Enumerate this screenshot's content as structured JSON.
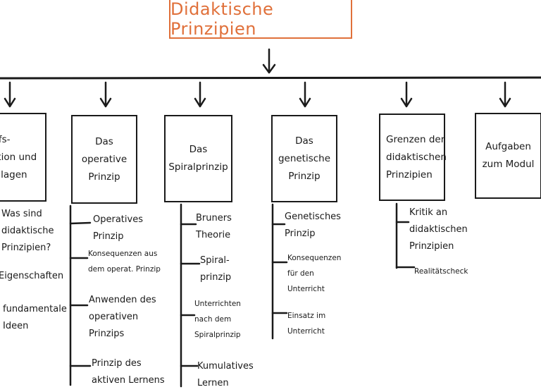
{
  "title": "Didaktische Prinzipien",
  "nodes": [
    {
      "label": "riffs-\nnition und\nndlagen"
    },
    {
      "label": "Das\noperative\nPrinzip"
    },
    {
      "label": "Das\nSpiralprinzip"
    },
    {
      "label": "Das\ngenetische\nPrinzip"
    },
    {
      "label": "Grenzen der\ndidaktischen\nPrinzipien"
    },
    {
      "label": "Aufgaben\nzum Modul"
    }
  ],
  "branches": [
    [
      "Was sind\ndidaktische\nPrinzipien?",
      "Eigenschaften",
      "fundamentale\nIdeen"
    ],
    [
      "Operatives\nPrinzip",
      "Konsequenzen aus\ndem operat. Prinzip",
      "Anwenden des\noperativen\nPrinzips",
      "Prinzip des\naktiven Lernens"
    ],
    [
      "Bruners\nTheorie",
      "Spiral-\nprinzip",
      "Unterrichten\nnach dem\nSpiralprinzip",
      "Kumulatives\nLernen"
    ],
    [
      "Genetisches\nPrinzip",
      "Konsequenzen\nfür den\nUnterricht",
      "Einsatz im\nUnterricht"
    ],
    [
      "Kritik an\ndidaktischen\nPrinzipien",
      "Realitätscheck"
    ]
  ]
}
